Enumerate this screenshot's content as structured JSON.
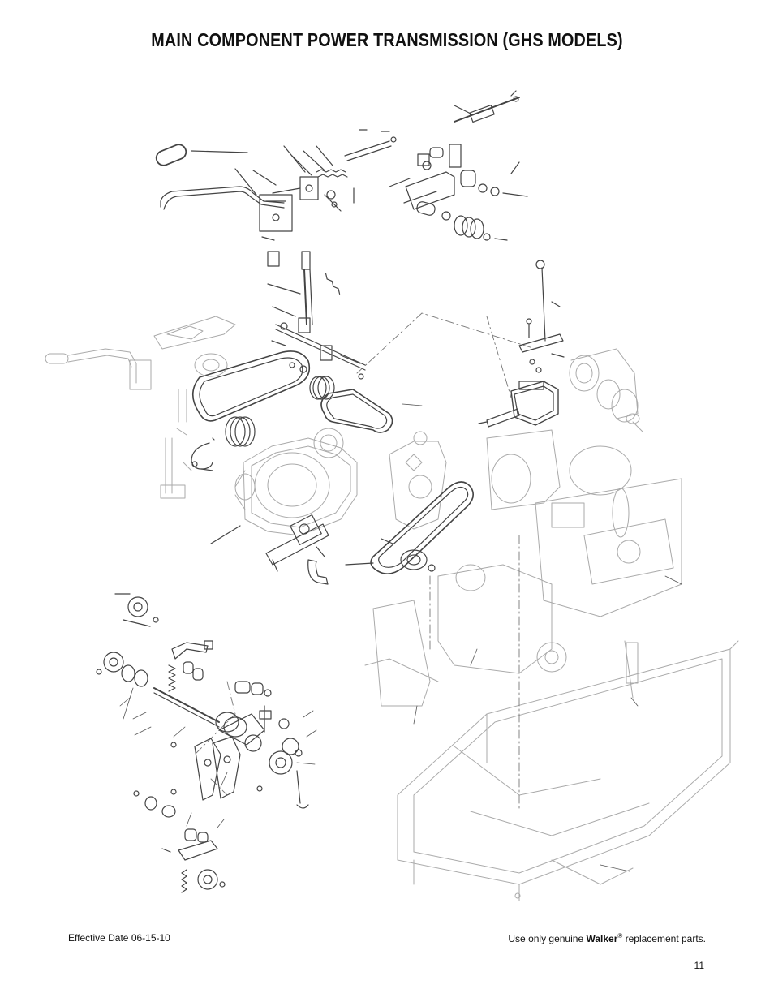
{
  "page": {
    "title": "MAIN COMPONENT POWER TRANSMISSION (GHS MODELS)",
    "effective_date": "Effective Date 06-15-10",
    "notice_prefix": "Use only genuine ",
    "notice_brand": "Walker",
    "notice_mark": "®",
    "notice_suffix": " replacement parts.",
    "page_number": "11"
  }
}
